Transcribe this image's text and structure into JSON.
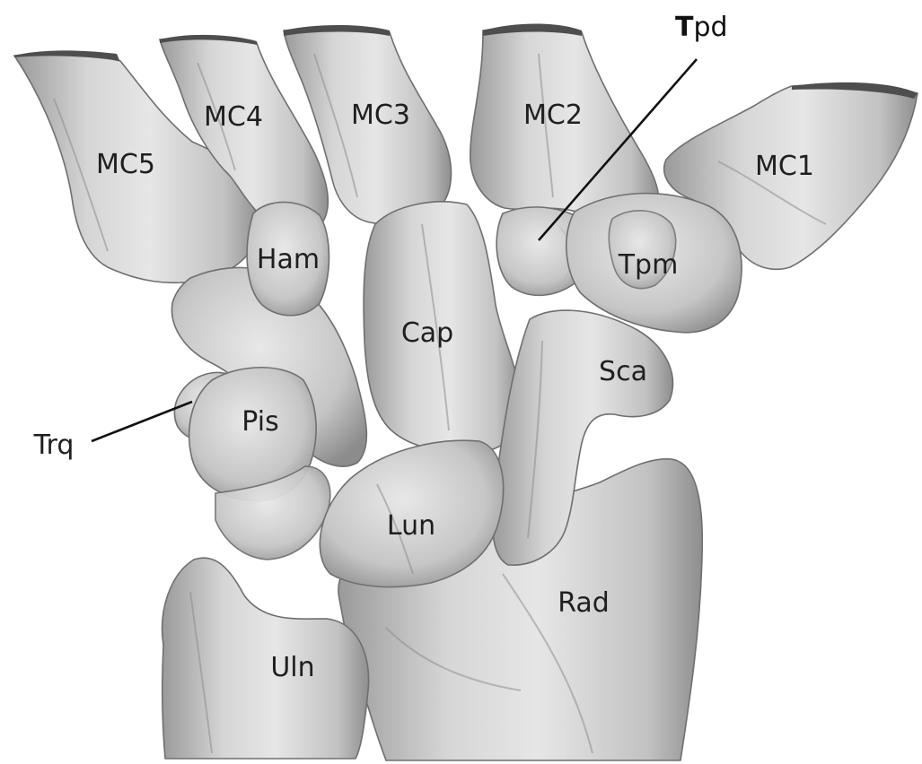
{
  "labels": {
    "mc5": "MC5",
    "mc4": "MC4",
    "mc3": "MC3",
    "mc2": "MC2",
    "mc1": "MC1",
    "tpd_bold": "T",
    "tpd_rest": "pd",
    "ham": "Ham",
    "tpm": "Tpm",
    "cap": "Cap",
    "sca": "Sca",
    "pis": "Pis",
    "trq": "Trq",
    "lun": "Lun",
    "rad": "Rad",
    "uln": "Uln"
  },
  "colors": {
    "bone_light": "#e4e4e4",
    "bone_mid": "#bdbdbd",
    "bone_dark": "#8a8a8a",
    "bone_edge": "#6f6f6f",
    "cut_surface": "#4e4e4e",
    "label_text": "#1f1f1f"
  }
}
